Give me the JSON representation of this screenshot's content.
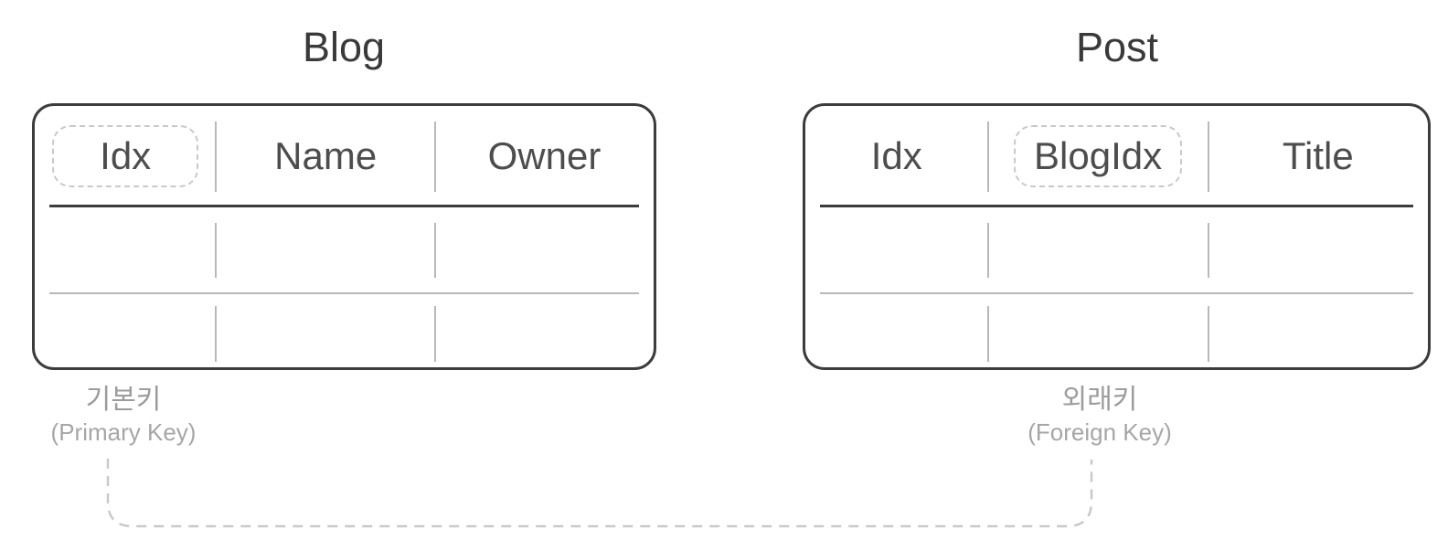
{
  "theme": {
    "colors": {
      "line-dark": "#3c3c3c",
      "line-light": "#b8b8b8",
      "line-dashed": "#c9c9c9",
      "text-title": "#3a3a3a",
      "text-header": "#4d4d4d",
      "text-muted": "#9c9c9c",
      "text-muted2": "#a6a6a6",
      "bg": "#ffffff"
    }
  },
  "diagram": {
    "tables": [
      {
        "title": "Blog",
        "columns": [
          {
            "label": "Idx",
            "key_outline": true
          },
          {
            "label": "Name",
            "key_outline": false
          },
          {
            "label": "Owner",
            "key_outline": false
          }
        ],
        "empty_row_count": 2,
        "annotation": {
          "korean": "기본키",
          "english": "(Primary Key)"
        }
      },
      {
        "title": "Post",
        "columns": [
          {
            "label": "Idx",
            "key_outline": false
          },
          {
            "label": "BlogIdx",
            "key_outline": true
          },
          {
            "label": "Title",
            "key_outline": false
          }
        ],
        "empty_row_count": 2,
        "annotation": {
          "korean": "외래키",
          "english": "(Foreign Key)"
        }
      }
    ],
    "connector": {
      "style": "dashed",
      "from": "기본키",
      "to": "외래키"
    }
  }
}
